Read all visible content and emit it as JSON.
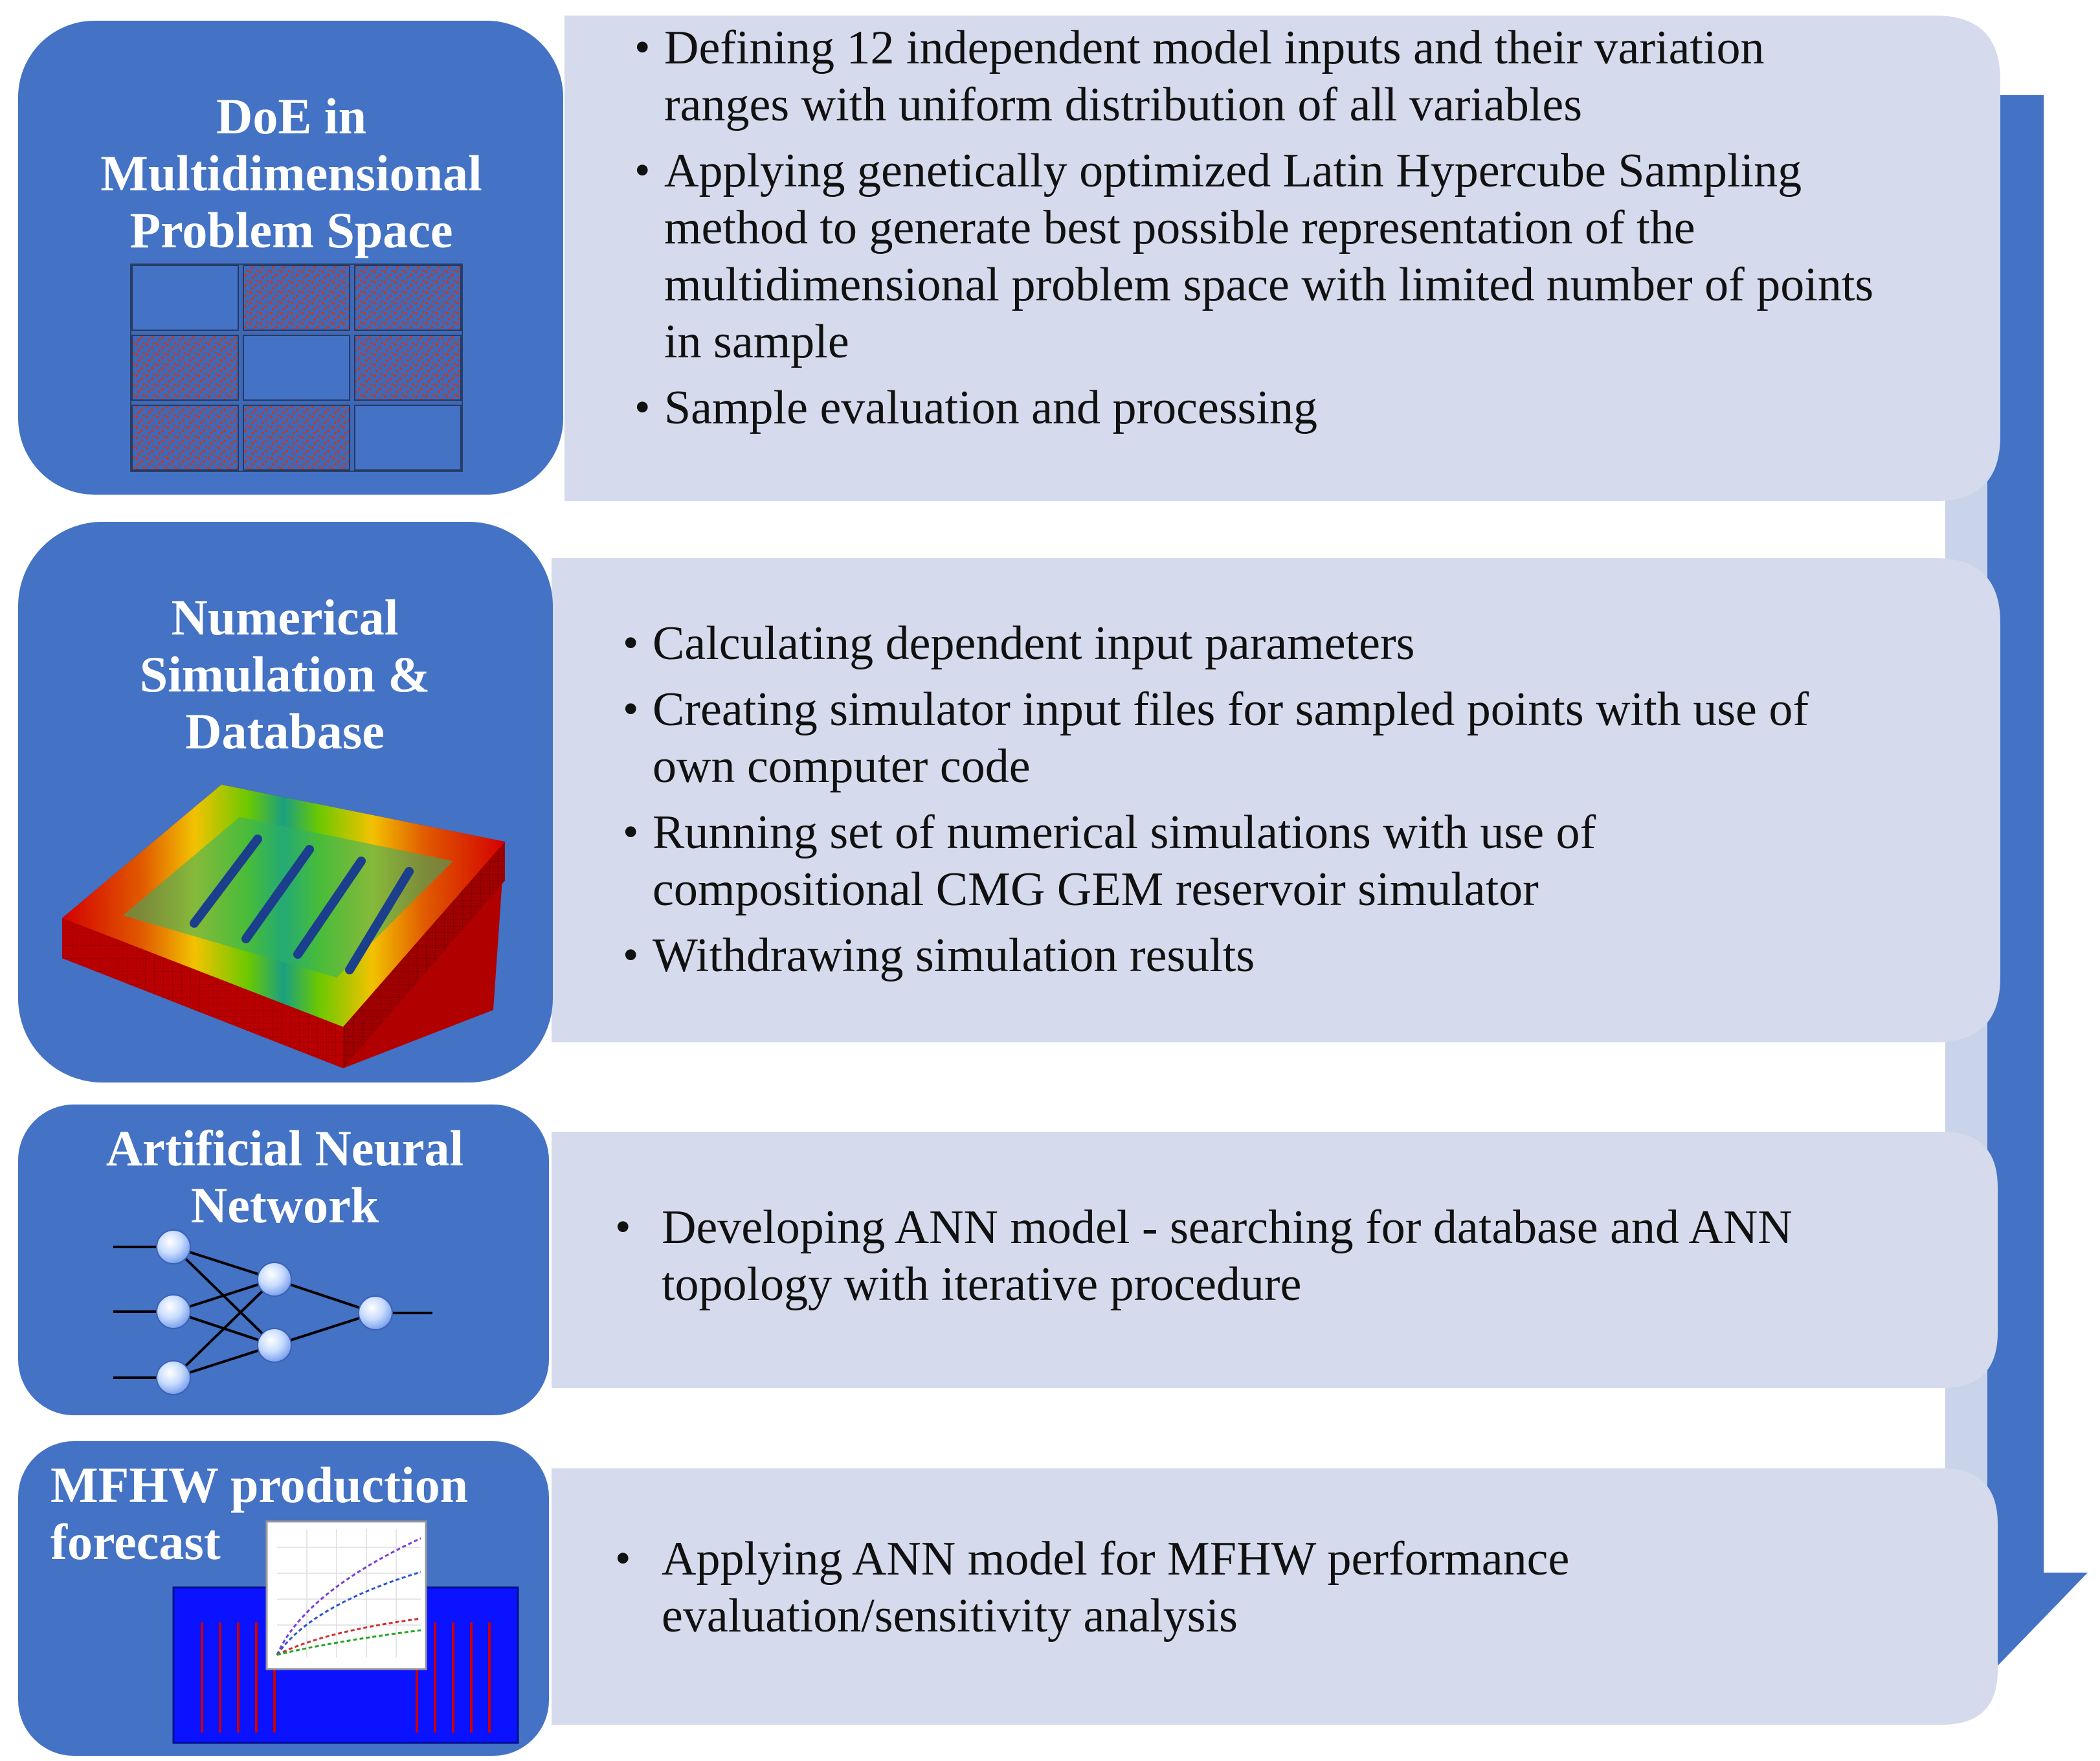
{
  "colors": {
    "stage_blue": "#4472C4",
    "panel_fill": "#D5DBEC",
    "arrow_blue": "#4472C4",
    "arrow_light": "#C9D3EA"
  },
  "stages": [
    {
      "title_lines": [
        "DoE in",
        "Multidimensional",
        "Problem Space"
      ],
      "bullets": [
        "Defining 12 independent model inputs and their variation ranges with uniform distribution of all variables",
        "Applying genetically optimized Latin Hypercube Sampling method to generate best possible representation of the multidimensional problem space with limited number of points in sample",
        "Sample evaluation and processing"
      ]
    },
    {
      "title_lines": [
        "Numerical",
        "Simulation &",
        "Database"
      ],
      "bullets": [
        "Calculating dependent input parameters",
        "Creating simulator input files for sampled points with use of own computer code",
        "Running set of numerical simulations with use of compositional CMG GEM reservoir simulator",
        "Withdrawing simulation results"
      ]
    },
    {
      "title_lines": [
        "Artificial Neural",
        "Network"
      ],
      "bullets": [
        "Developing ANN model - searching for database and ANN topology with iterative procedure"
      ]
    },
    {
      "title_lines": [
        "MFHW production",
        "forecast"
      ],
      "bullets": [
        "Applying ANN model for MFHW performance evaluation/sensitivity analysis"
      ]
    }
  ]
}
